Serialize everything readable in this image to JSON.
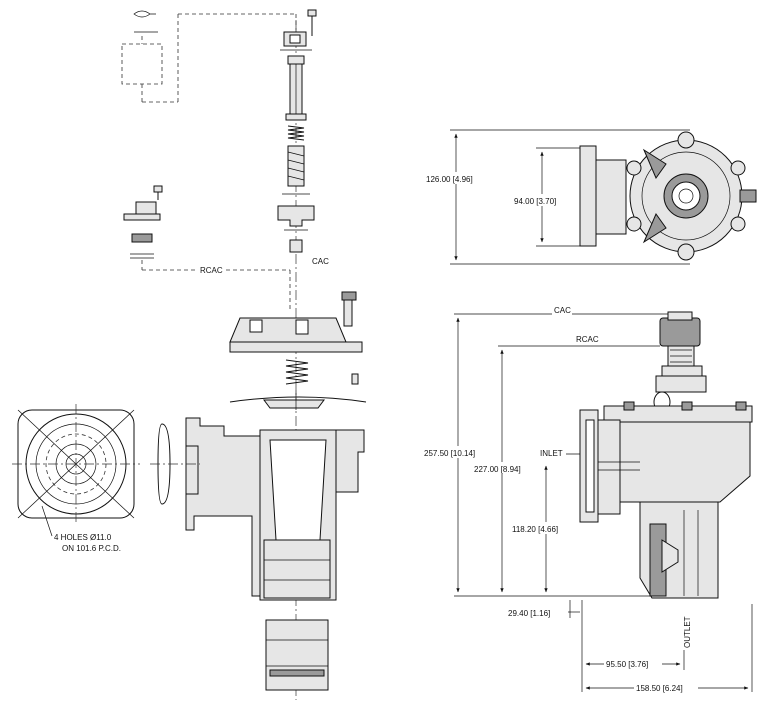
{
  "exploded_view": {
    "label_cac": "CAC",
    "label_rcac": "RCAC"
  },
  "flange_note": {
    "line1": "4 HOLES Ø11.0",
    "line2": "ON 101.6 P.C.D."
  },
  "top_view": {
    "dim_overall": "126.00 [4.96]",
    "dim_inner": "94.00 [3.70]"
  },
  "side_view": {
    "label_cac": "CAC",
    "label_rcac": "RCAC",
    "label_inlet": "INLET",
    "label_outlet": "OUTLET",
    "dim_height_cac": "257.50 [10.14]",
    "dim_height_rcac": "227.00 [8.94]",
    "dim_inlet_height": "118.20 [4.66]",
    "dim_outlet_offset": "29.40 [1.16]",
    "dim_width_outlet": "95.50 [3.76]",
    "dim_width_overall": "158.50 [6.24]"
  }
}
